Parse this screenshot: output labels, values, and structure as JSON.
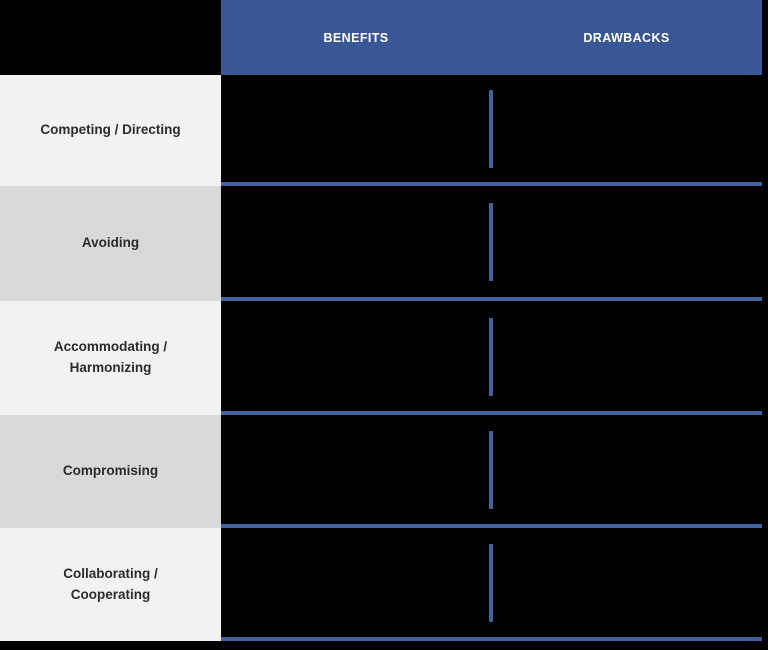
{
  "table": {
    "title_context": "Conflict management styles: benefits and drawbacks matrix",
    "columns": [
      {
        "label": "BENEFITS"
      },
      {
        "label": "DRAWBACKS"
      }
    ],
    "rows": [
      {
        "label": "Competing / Directing"
      },
      {
        "label": "Avoiding"
      },
      {
        "label": "Accommodating / Harmonizing"
      },
      {
        "label": "Compromising"
      },
      {
        "label": "Collaborating / Cooperating"
      }
    ],
    "colors": {
      "header_fill": "#3a5795",
      "grid_line_blue": "#42619e",
      "row_label_light": "#f2f2f2",
      "row_label_dark": "#d9d9d9",
      "cell_background": "#000000",
      "header_text": "#ffffff",
      "label_text": "#2b2b2b"
    }
  }
}
